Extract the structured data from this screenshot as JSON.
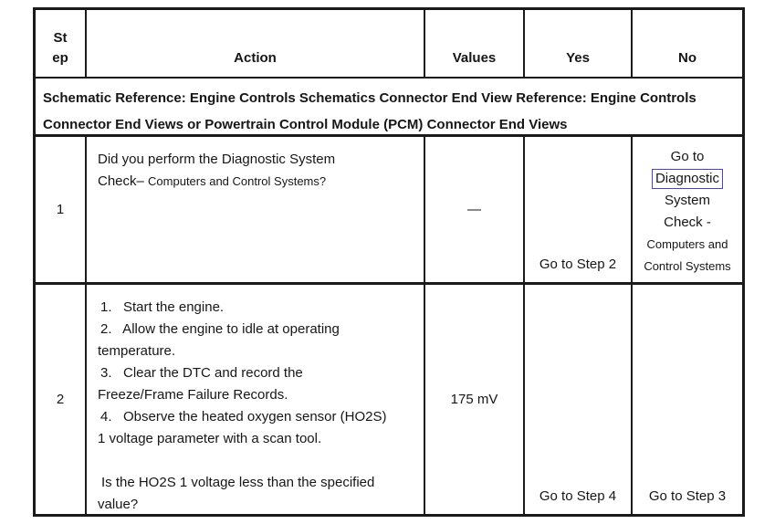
{
  "colors": {
    "border": "#1a1a1a",
    "text": "#161616",
    "link_box_blue": "#4444cc",
    "background": "#ffffff"
  },
  "table": {
    "columns": [
      {
        "id": "step",
        "label": "St\nep"
      },
      {
        "id": "action",
        "label": "Action"
      },
      {
        "id": "values",
        "label": "Values"
      },
      {
        "id": "yes",
        "label": "Yes"
      },
      {
        "id": "no",
        "label": "No"
      }
    ],
    "schematic_note": "Schematic Reference: Engine Controls Schematics Connector End View Reference: Engine Controls Connector End Views or Powertrain Control Module (PCM) Connector End Views",
    "rows": [
      {
        "step": "1",
        "action_lines": [
          {
            "text": "Did you perform the Diagnostic System"
          },
          {
            "parts": [
              {
                "text": "Check– "
              },
              {
                "text": "Computers and Control Systems?",
                "style": "small"
              }
            ]
          }
        ],
        "values": "—",
        "yes": "Go to Step 2",
        "no_lines": [
          {
            "text": "Go to"
          },
          {
            "parts": [
              {
                "text": "Diagnostic",
                "style": "linkbox",
                "name": "diagnostic-system-check-link",
                "interactable": true
              }
            ]
          },
          {
            "text": "System"
          },
          {
            "text": "Check -"
          },
          {
            "text": "Computers and",
            "style": "small"
          },
          {
            "text": "Control Systems",
            "style": "small"
          }
        ]
      },
      {
        "step": "2",
        "action_lines": [
          {
            "text": "1.   Start the engine.",
            "style": "num"
          },
          {
            "text": "2.   Allow the engine to idle at operating",
            "style": "num"
          },
          {
            "text": "temperature."
          },
          {
            "text": "3.   Clear the DTC and record the",
            "style": "num"
          },
          {
            "text": "Freeze/Frame Failure Records."
          },
          {
            "text": "4.   Observe the heated oxygen sensor (HO2S)",
            "style": "num"
          },
          {
            "text": "1 voltage parameter with a scan tool."
          },
          {
            "text": ""
          },
          {
            "text": "Is the HO2S 1 voltage less than the specified",
            "style": "q"
          },
          {
            "text": "value?"
          }
        ],
        "values": "175 mV",
        "yes": "Go to Step 4",
        "no": "Go to Step 3"
      }
    ]
  }
}
